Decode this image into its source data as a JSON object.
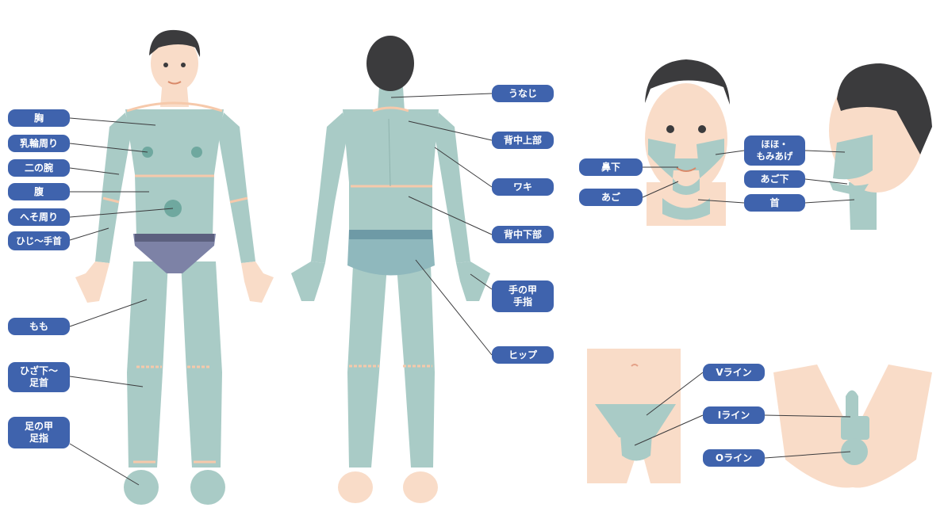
{
  "front_labels": {
    "chest": "胸",
    "areola": "乳輪周り",
    "upper_arm": "二の腕",
    "belly": "腹",
    "navel": "へそ周り",
    "elbow_wrist": "ひじ～手首",
    "thigh": "もも",
    "knee_ankle": "ひざ下～\n足首",
    "foot": "足の甲\n足指"
  },
  "back_labels": {
    "nape": "うなじ",
    "upper_back": "背中上部",
    "armpit": "ワキ",
    "lower_back": "背中下部",
    "hand": "手の甲\n手指",
    "hip": "ヒップ"
  },
  "face_labels": {
    "under_nose": "鼻下",
    "chin": "あご",
    "cheek": "ほほ・\nもみあげ",
    "under_chin": "あご下",
    "neck": "首"
  },
  "vio_labels": {
    "v_line": "Vライン",
    "i_line": "Iライン",
    "o_line": "Oライン"
  },
  "colors": {
    "label_bg": "#3f63ad",
    "treated_area": "#a9cbc6",
    "skin": "#f9dcc8",
    "border_skin": "#f6c9ab",
    "underwear": "#7d82a6",
    "hair": "#3b3b3d"
  }
}
